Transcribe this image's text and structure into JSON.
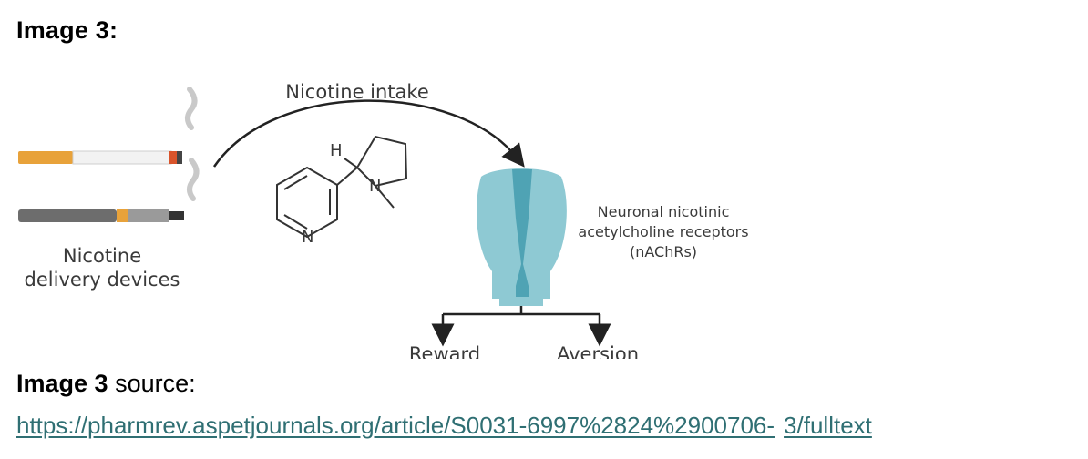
{
  "heading": "Image 3:",
  "diagram": {
    "intake_label": "Nicotine intake",
    "devices_label_line1": "Nicotine",
    "devices_label_line2": "delivery devices",
    "molecule_h": "H",
    "molecule_n_ring": "N",
    "molecule_n_pyridine": "N",
    "receptor_line1": "Neuronal nicotinic",
    "receptor_line2": "acetylcholine receptors",
    "receptor_line3": "(nAChRs)",
    "reward_label": "Reward",
    "aversion_label": "Aversion",
    "colors": {
      "receptor_light": "#8ec9d3",
      "receptor_dark": "#4fa3b4",
      "cigarette_filter": "#e8a23a",
      "vape_body": "#6d6d6d"
    }
  },
  "source": {
    "bold_label": "Image 3",
    "rest_label": " source:",
    "url_part1": "https://pharmrev.aspetjournals.org/article/S0031-6997%2824%2900706-",
    "url_part2": "3/fulltext"
  }
}
